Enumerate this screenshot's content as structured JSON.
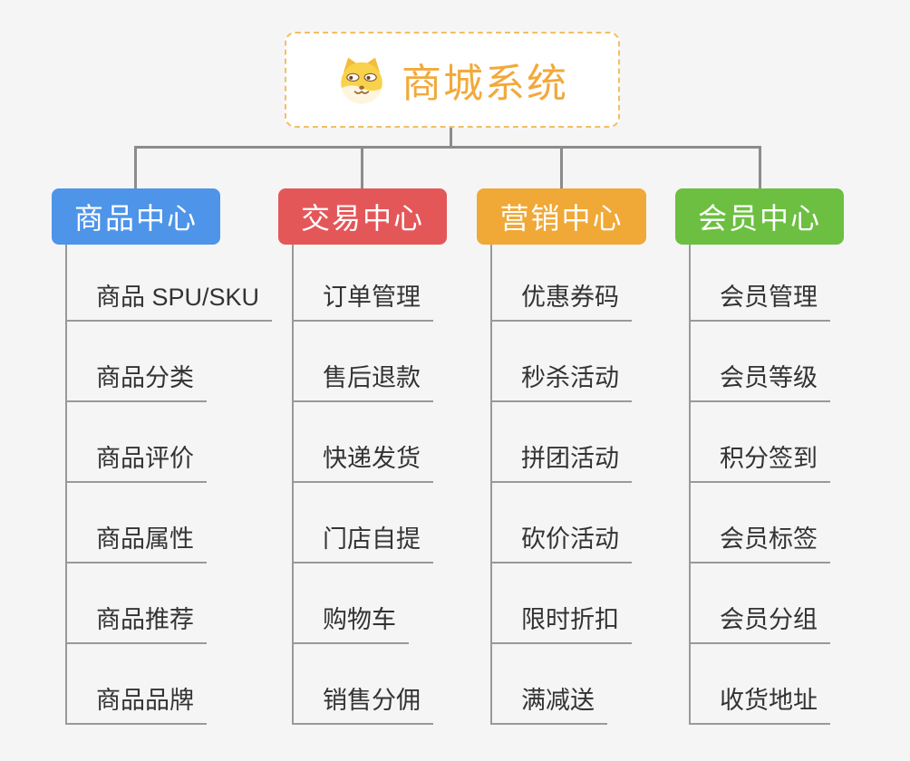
{
  "root": {
    "title": "商城系统",
    "icon": "dog-face-icon"
  },
  "branches": [
    {
      "label": "商品中心",
      "color": "#4e94e8",
      "items": [
        "商品 SPU/SKU",
        "商品分类",
        "商品评价",
        "商品属性",
        "商品推荐",
        "商品品牌"
      ]
    },
    {
      "label": "交易中心",
      "color": "#e45759",
      "items": [
        "订单管理",
        "售后退款",
        "快递发货",
        "门店自提",
        "购物车",
        "销售分佣"
      ]
    },
    {
      "label": "营销中心",
      "color": "#f0a837",
      "items": [
        "优惠券码",
        "秒杀活动",
        "拼团活动",
        "砍价活动",
        "限时折扣",
        "满减送"
      ]
    },
    {
      "label": "会员中心",
      "color": "#6cbf41",
      "items": [
        "会员管理",
        "会员等级",
        "积分签到",
        "会员标签",
        "会员分组",
        "收货地址"
      ]
    }
  ],
  "colors": {
    "canvas_background": "#f5f5f6",
    "connector": "#8c8c8c",
    "leaf_line": "#999999",
    "leaf_text": "#333333",
    "root_text": "#f2a93b",
    "root_border": "#f3be66"
  }
}
